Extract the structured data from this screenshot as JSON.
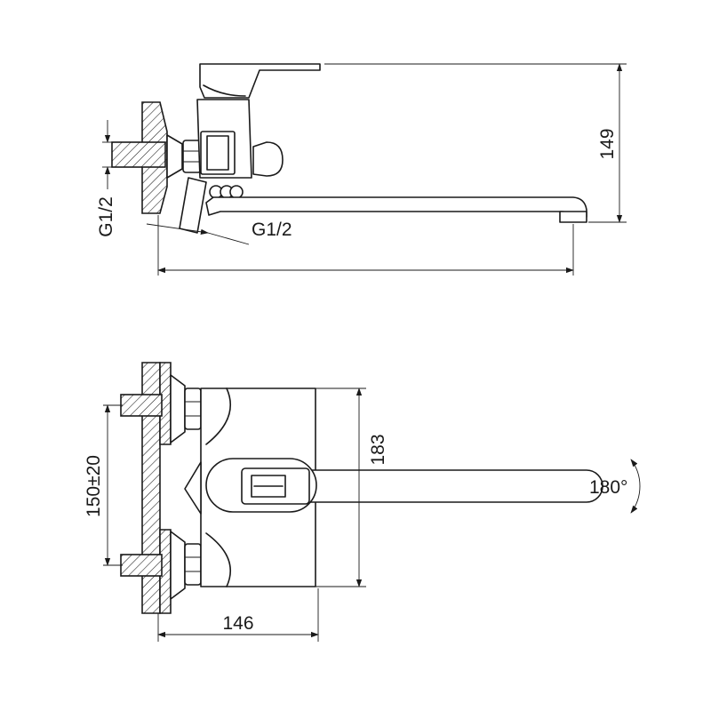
{
  "side_view": {
    "height_label": "149",
    "thread_label_vertical": "G1/2",
    "thread_label_angled": "G1/2"
  },
  "top_view": {
    "center_distance_label": "150±20",
    "body_height_label": "183",
    "depth_label": "146",
    "rotation_label": "180°"
  },
  "colors": {
    "line": "#1a1a1a",
    "background": "#ffffff"
  }
}
